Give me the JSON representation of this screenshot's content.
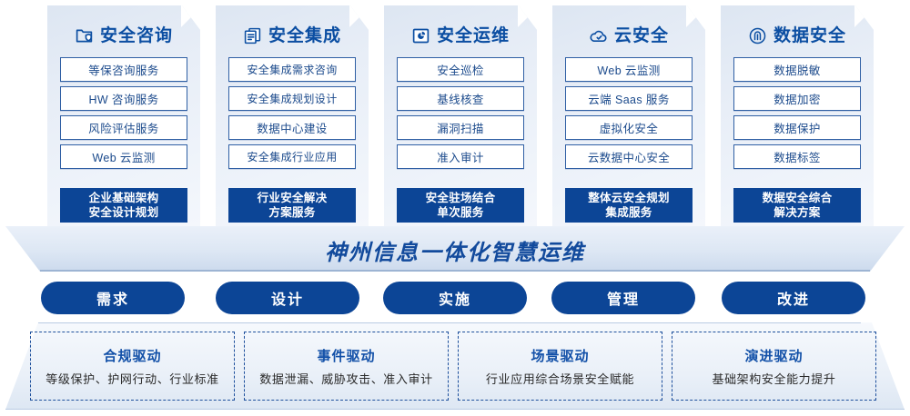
{
  "columns": [
    {
      "icon": "folder-shield-icon",
      "title": "安全咨询",
      "items": [
        "等保咨询服务",
        "HW 咨询服务",
        "风险评估服务",
        "Web 云监测"
      ],
      "footer_line1": "企业基础架构",
      "footer_line2": "安全设计规划"
    },
    {
      "icon": "documents-stack-icon",
      "title": "安全集成",
      "items": [
        "安全集成需求咨询",
        "安全集成规划设计",
        "数据中心建设",
        "安全集成行业应用"
      ],
      "footer_line1": "行业安全解决",
      "footer_line2": "方案服务"
    },
    {
      "icon": "pie-chart-monitor-icon",
      "title": "安全运维",
      "items": [
        "安全巡检",
        "基线核查",
        "漏洞扫描",
        "准入审计"
      ],
      "footer_line1": "安全驻场结合",
      "footer_line2": "单次服务"
    },
    {
      "icon": "cloud-check-icon",
      "title": "云安全",
      "items": [
        "Web 云监测",
        "云端 Saas 服务",
        "虚拟化安全",
        "云数据中心安全"
      ],
      "footer_line1": "整体云安全规划",
      "footer_line2": "集成服务"
    },
    {
      "icon": "fingerprint-icon",
      "title": "数据安全",
      "items": [
        "数据脱敏",
        "数据加密",
        "数据保护",
        "数据标签"
      ],
      "footer_line1": "数据安全综合",
      "footer_line2": "解决方案"
    }
  ],
  "banner": {
    "title": "神州信息一体化智慧运维"
  },
  "phases": [
    {
      "label": "需求"
    },
    {
      "label": "设计"
    },
    {
      "label": "实施"
    },
    {
      "label": "管理"
    },
    {
      "label": "改进"
    }
  ],
  "drivers": [
    {
      "title": "合规驱动",
      "subtitle": "等级保护、护网行动、行业标准"
    },
    {
      "title": "事件驱动",
      "subtitle": "数据泄漏、威胁攻击、准入审计"
    },
    {
      "title": "场景驱动",
      "subtitle": "行业应用综合场景安全赋能"
    },
    {
      "title": "演进驱动",
      "subtitle": "基础架构安全能力提升"
    }
  ],
  "colors": {
    "primary_blue": "#0c4596",
    "title_blue": "#0b4ea2",
    "item_border": "#2f5fa4",
    "item_text": "#1b4a8c",
    "banner_text": "#124a9c",
    "dashed_border": "#1d4f9c",
    "card_bg_light": "#eef3fa",
    "card_bg_dark": "#dde6f2"
  }
}
